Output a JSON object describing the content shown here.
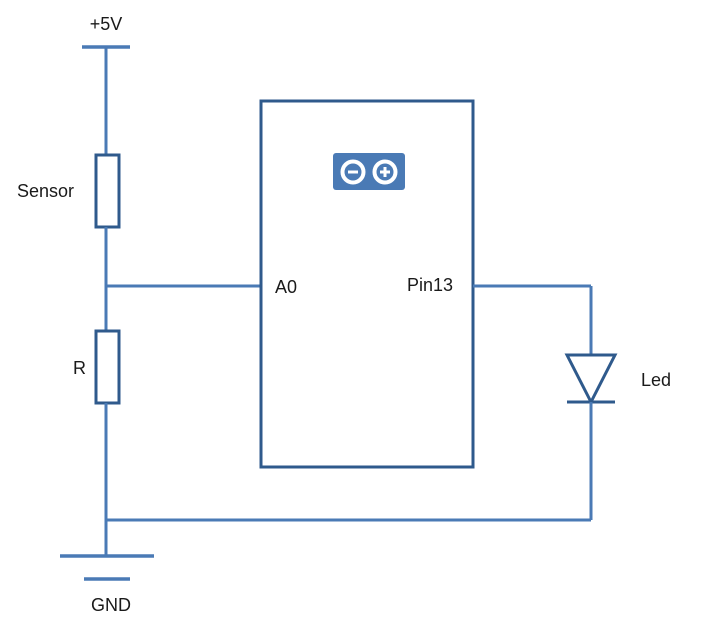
{
  "labels": {
    "vcc": "+5V",
    "gnd": "GND",
    "sensor": "Sensor",
    "resistor": "R",
    "analog_pin": "A0",
    "digital_pin": "Pin13",
    "led": "Led"
  },
  "logo": {
    "icon": "arduino-logo-icon"
  },
  "colors": {
    "wire": "#4a7ab5",
    "component": "#2f5a8c",
    "logo_background": "#4a7ab5",
    "text": "#1a1a1a"
  }
}
